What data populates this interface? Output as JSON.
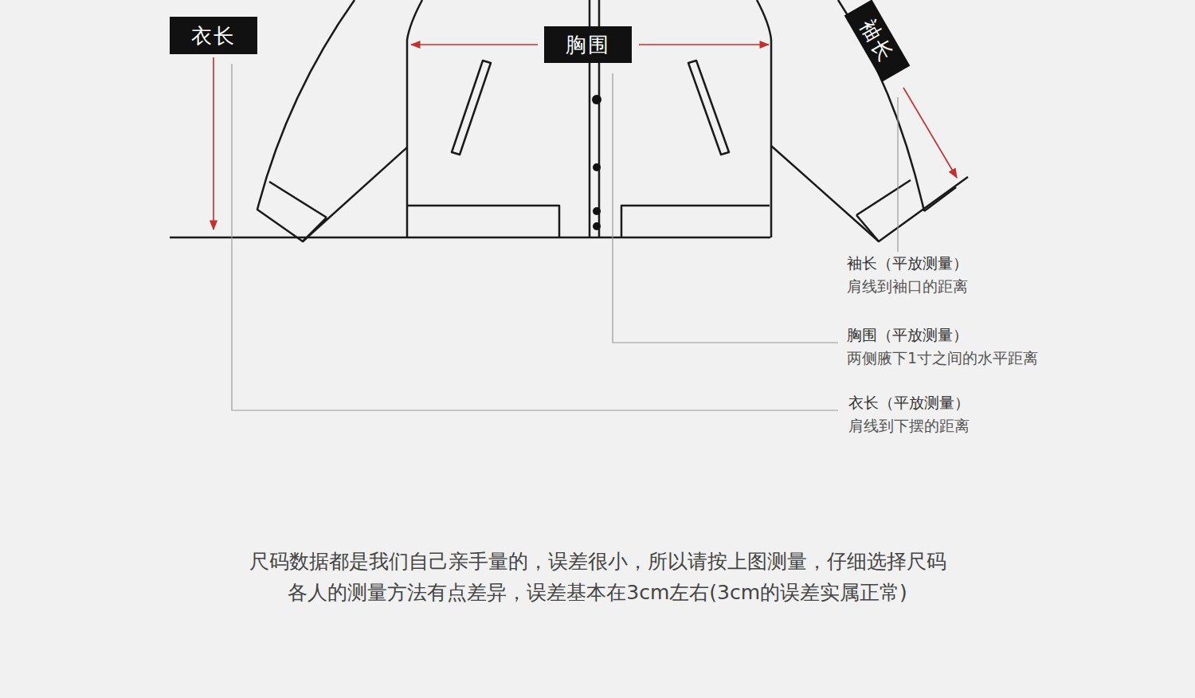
{
  "diagram": {
    "nodes": [
      {
        "text": [
          "衣长"
        ]
      },
      {
        "text": [
          "胸围"
        ]
      },
      {
        "text": [
          "袖长"
        ]
      }
    ],
    "labels": [
      "袖长（平放测量）",
      "肩线到袖口的距离",
      "胸围（平放测量）",
      "两侧腋下1寸之间的水平距离",
      "衣长（平放测量）",
      "肩线到下摆的距离",
      "尺码数据都是我们自己亲手量的，误差很小，所以请按上图测量，仔细选择尺码",
      "各人的测量方法有点差异，误差基本在3cm左右(3cm的误差实属正常)"
    ]
  }
}
